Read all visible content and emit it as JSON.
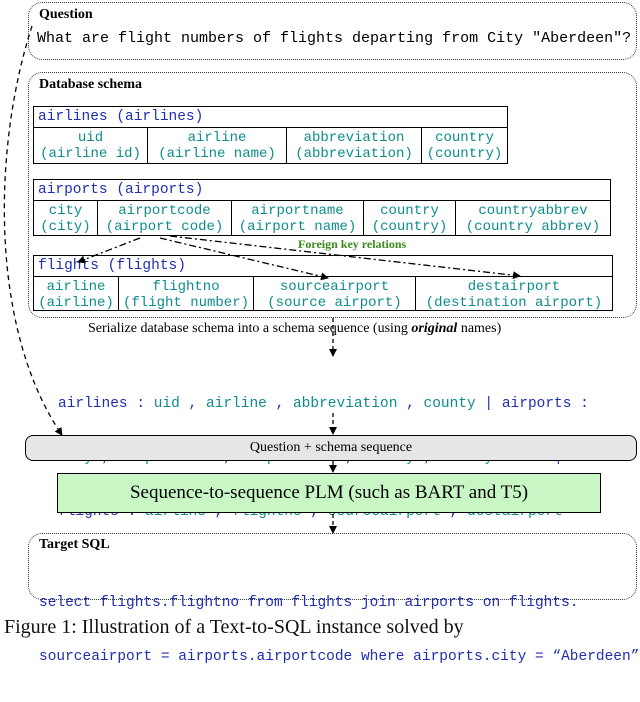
{
  "question": {
    "heading": "Question",
    "text": "What are flight numbers of flights departing from City \"Aberdeen\"?"
  },
  "schema": {
    "heading": "Database schema",
    "tables": [
      {
        "title": "airlines (airlines)",
        "columns": [
          {
            "name": "uid",
            "desc": "(airline id)"
          },
          {
            "name": "airline",
            "desc": "(airline name)"
          },
          {
            "name": "abbreviation",
            "desc": "(abbreviation)"
          },
          {
            "name": "country",
            "desc": "(country)"
          }
        ]
      },
      {
        "title": "airports (airports)",
        "columns": [
          {
            "name": "city",
            "desc": "(city)"
          },
          {
            "name": "airportcode",
            "desc": "(airport code)"
          },
          {
            "name": "airportname",
            "desc": "(airport name)"
          },
          {
            "name": "country",
            "desc": "(country)"
          },
          {
            "name": "countryabbrev",
            "desc": "(country abbrev)"
          }
        ]
      },
      {
        "title": "flights (flights)",
        "columns": [
          {
            "name": "airline",
            "desc": "(airline)"
          },
          {
            "name": "flightno",
            "desc": "(flight number)"
          },
          {
            "name": "sourceairport",
            "desc": "(source airport)"
          },
          {
            "name": "destairport",
            "desc": "(destination airport)"
          }
        ]
      }
    ],
    "fk_label": "Foreign key relations"
  },
  "serialize_caption": {
    "before": "Serialize database schema into a schema sequence (using ",
    "emph": "original",
    "after": " names)"
  },
  "sequence": {
    "line1": [
      {
        "t": "airlines",
        "c": "blue"
      },
      {
        "t": " : ",
        "c": "blue"
      },
      {
        "t": "uid",
        "c": "teal"
      },
      {
        "t": " , ",
        "c": "blue"
      },
      {
        "t": "airline",
        "c": "teal"
      },
      {
        "t": " , ",
        "c": "blue"
      },
      {
        "t": "abbreviation",
        "c": "teal"
      },
      {
        "t": " , ",
        "c": "blue"
      },
      {
        "t": "county",
        "c": "teal"
      },
      {
        "t": " | ",
        "c": "blue"
      },
      {
        "t": "airports",
        "c": "blue"
      },
      {
        "t": " :",
        "c": "blue"
      }
    ],
    "line2": [
      {
        "t": "city",
        "c": "teal"
      },
      {
        "t": " , ",
        "c": "blue"
      },
      {
        "t": "airportcode",
        "c": "teal"
      },
      {
        "t": " , ",
        "c": "blue"
      },
      {
        "t": "airportname",
        "c": "teal"
      },
      {
        "t": " , ",
        "c": "blue"
      },
      {
        "t": "county",
        "c": "teal"
      },
      {
        "t": " , ",
        "c": "blue"
      },
      {
        "t": "countyabbrev",
        "c": "teal"
      },
      {
        "t": " |",
        "c": "blue"
      }
    ],
    "line3": [
      {
        "t": "flights",
        "c": "blue"
      },
      {
        "t": " : ",
        "c": "blue"
      },
      {
        "t": "airline",
        "c": "teal"
      },
      {
        "t": " , ",
        "c": "blue"
      },
      {
        "t": "flightno",
        "c": "teal"
      },
      {
        "t": " , ",
        "c": "blue"
      },
      {
        "t": "sourceairport",
        "c": "teal"
      },
      {
        "t": " , ",
        "c": "blue"
      },
      {
        "t": "destairport",
        "c": "teal"
      }
    ]
  },
  "input_box": "Question + schema sequence",
  "model_box": "Sequence-to-sequence PLM (such as BART and T5)",
  "target": {
    "heading": "Target SQL",
    "line1": "select flights.flightno from flights join airports on flights.",
    "line2": "sourceairport = airports.airportcode where airports.city = “Aberdeen”"
  },
  "figure_caption": "Figure 1:  Illustration of a Text-to-SQL instance solved by"
}
